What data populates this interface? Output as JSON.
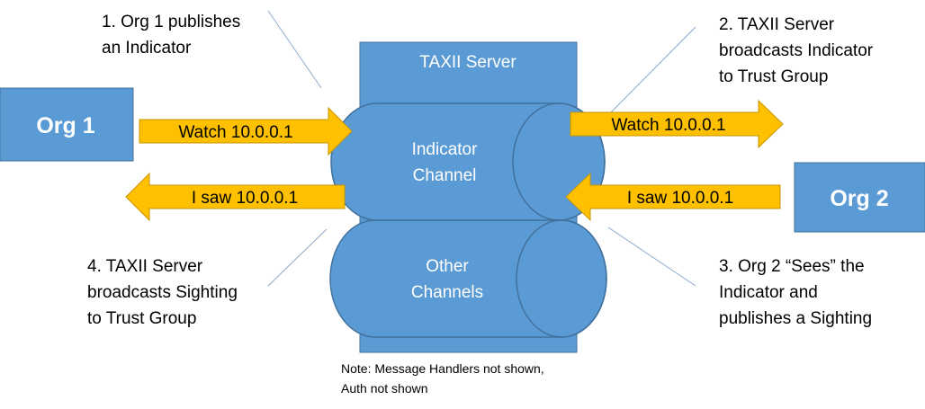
{
  "colors": {
    "box_fill": "#5b9bd5",
    "box_stroke": "#41719c",
    "arrow_fill": "#ffc000",
    "arrow_stroke": "#c69500",
    "leader_line": "#8ea9c8",
    "text_dark": "#000000",
    "text_light": "#ffffff"
  },
  "server": {
    "title": "TAXII Server",
    "indicator_channel": [
      "Indicator",
      "Channel"
    ],
    "other_channels": [
      "Other",
      "Channels"
    ]
  },
  "orgs": {
    "org1": "Org 1",
    "org2": "Org 2"
  },
  "arrows": {
    "org1_publish": "Watch 10.0.0.1",
    "broadcast_indicator": "Watch 10.0.0.1",
    "org2_sighting": "I saw 10.0.0.1",
    "broadcast_sighting": "I saw 10.0.0.1"
  },
  "steps": {
    "step1": [
      "1. Org 1 publishes",
      "an Indicator"
    ],
    "step2": [
      "2. TAXII Server",
      "broadcasts Indicator",
      "to Trust Group"
    ],
    "step3": [
      "3. Org 2 “Sees” the",
      "Indicator and",
      "publishes a Sighting"
    ],
    "step4": [
      "4. TAXII Server",
      "broadcasts Sighting",
      "to Trust Group"
    ]
  },
  "note": [
    "Note: Message Handlers not shown,",
    "Auth not shown"
  ]
}
